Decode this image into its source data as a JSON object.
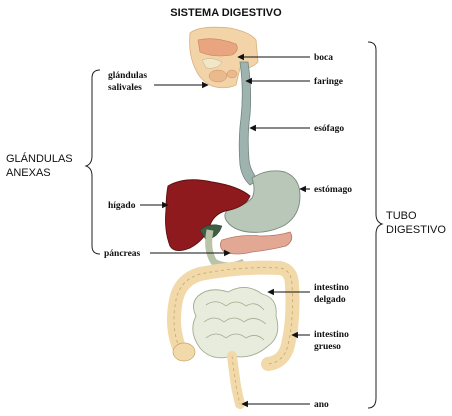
{
  "title": "SISTEMA DIGESTIVO",
  "groups": {
    "left": "GLÁNDULAS ANEXAS",
    "right": "TUBO DIGESTIVO"
  },
  "labels": {
    "boca": "boca",
    "faringe": "faringe",
    "glandulas_salivales": "glándulas salivales",
    "esofago": "esófago",
    "estomago": "estómago",
    "higado": "hígado",
    "pancreas": "páncreas",
    "intestino_delgado": "intestino delgado",
    "intestino_grueso": "intestino grueso",
    "ano": "ano"
  },
  "colors": {
    "liver": "#8e1a1e",
    "stomach": "#b9c7b8",
    "pancreas": "#e3a893",
    "esophagus": "#9fb3ae",
    "small_intestine": "#e8ecdc",
    "large_intestine": "#f1d9a9",
    "skin": "#f3d4a8"
  }
}
